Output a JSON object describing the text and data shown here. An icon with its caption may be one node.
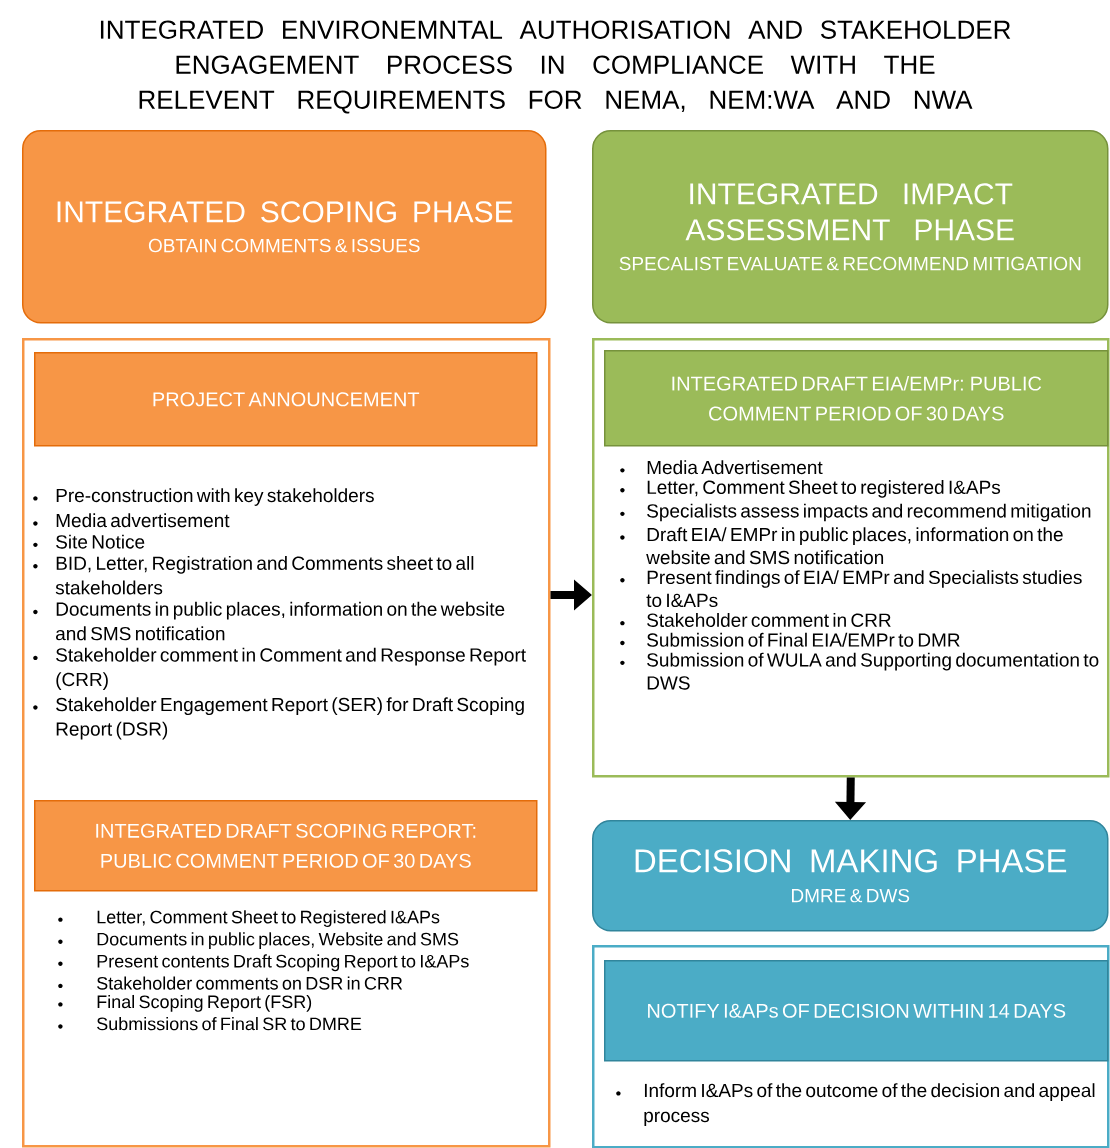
{
  "diagram": {
    "title": "INTEGRATED ENVIRONEMNTAL AUTHORISATION AND STAKEHOLDER ENGAGEMENT PROCESS IN COMPLIANCE WITH THE RELEVENT REQUIREMENTS FOR NEMA, NEM:WA AND NWA",
    "nodes": [
      {
        "text": [
          "INTEGRATED SCOPING PHASE",
          "OBTAIN COMMENTS & ISSUES"
        ]
      },
      {
        "text": [
          "Pre-construction with key stakeholders",
          "Media advertisement",
          "Site Notice",
          "BID, Letter, Registration and Comments sheet to all stakeholders",
          "Documents in public places, information on the website and SMS notification",
          "Stakeholder comment in Comment and Response Report (CRR)",
          "Stakeholder Engagement Report (SER) for Draft Scoping Report (DSR)",
          "Letter, Comment Sheet to Registered I&APs",
          "Documents in public places, Website and SMS",
          "Present contents Draft Scoping Report to I&APs",
          "Stakeholder comments on DSR in CRR",
          "Final Scoping Report (FSR)",
          "Submissions of Final SR to DMRE"
        ]
      },
      {
        "text": [
          "PROJECT ANNOUNCEMENT"
        ],
        "in": 1
      },
      {
        "text": [
          "INTEGRATED DRAFT SCOPING REPORT: PUBLIC COMMENT PERIOD OF 30 DAYS"
        ],
        "in": 1
      },
      {
        "text": [
          "INTEGRATED IMPACT ASSESSMENT PHASE",
          "SPECALIST EVALUATE & RECOMMEND MITIGATION"
        ]
      },
      {
        "text": [
          "Media Advertisement",
          "Letter, Comment Sheet to registered I&APs",
          "Specialists assess impacts and recommend mitigation",
          "Draft EIA/ EMPr in public places, information on the website and SMS notification",
          "Present findings of EIA/ EMPr and Specialists studies to I&APs",
          "Stakeholder comment in CRR",
          "Submission of Final EIA/EMPr to DMR",
          "Submission of WULA and Supporting documentation to DWS"
        ]
      },
      {
        "text": [
          "INTEGRATED DRAFT EIA/EMPr: PUBLIC COMMENT PERIOD OF 30 DAYS"
        ],
        "in": 5
      },
      {
        "text": [
          "DECISION MAKING PHASE",
          "DMRE & DWS"
        ]
      },
      {
        "text": [
          "Inform I&APs of the outcome of the decision and appeal process"
        ]
      },
      {
        "text": [
          "NOTIFY I&APs OF DECISION WITHIN 14 DAYS"
        ],
        "in": 8
      }
    ],
    "edges": [
      {
        "from": 1,
        "to": 5,
        "arrow": "to"
      },
      {
        "from": 5,
        "to": 7,
        "arrow": "to"
      }
    ]
  }
}
